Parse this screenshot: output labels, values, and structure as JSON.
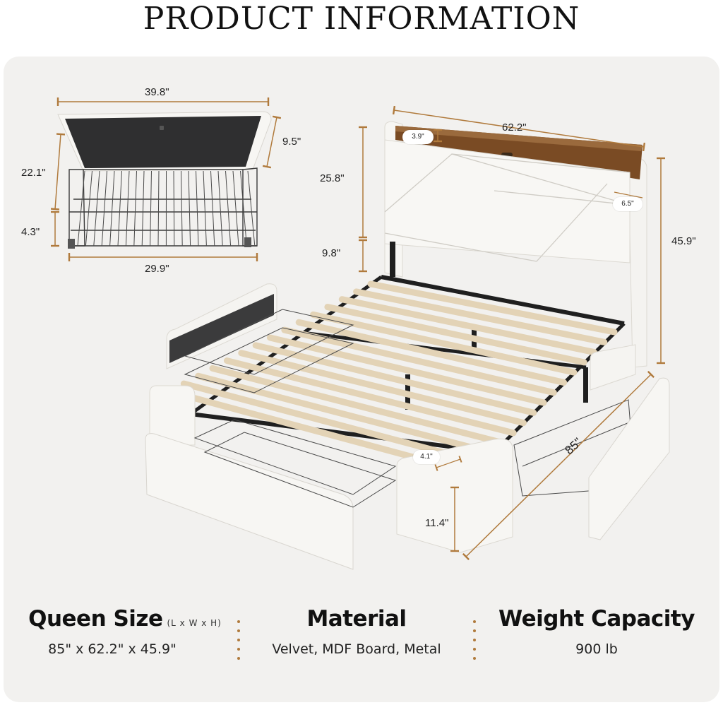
{
  "page": {
    "title": "PRODUCT INFORMATION"
  },
  "drawer_dimensions": {
    "top_width": "39.8\"",
    "front_height": "9.5\"",
    "side_depth": "22.1\"",
    "leg_height": "4.3\"",
    "bottom_width": "29.9\""
  },
  "bed_dimensions": {
    "headboard_width": "62.2\"",
    "shelf_depth": "3.9\"",
    "headboard_panel_height": "25.8\"",
    "headboard_clearance": "9.8\"",
    "wing_depth": "6.5\"",
    "total_height": "45.9\"",
    "length": "85\"",
    "slat_width": "4.1\"",
    "side_rail_height": "11.4\""
  },
  "specs": {
    "size": {
      "title": "Queen Size",
      "subtitle": "(L x W x H)",
      "value": "85\" x 62.2\" x 45.9\""
    },
    "material": {
      "title": "Material",
      "value": "Velvet, MDF Board, Metal"
    },
    "capacity": {
      "title": "Weight Capacity",
      "value": "900 lb"
    }
  },
  "colors": {
    "background": "#f2f1ef",
    "dimension_line": "#b07a3c",
    "upholstery": "#f7f6f3",
    "slat": "#e3d3b6",
    "frame": "#1f1f1f",
    "wood_shelf": "#7a4b24"
  }
}
